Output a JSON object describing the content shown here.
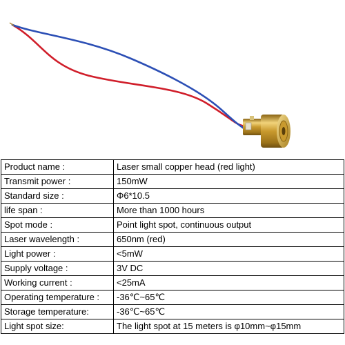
{
  "image": {
    "subject": "laser-diode-module",
    "colors": {
      "red_wire": "#d01e2a",
      "blue_wire": "#2c4fb5",
      "brass": "#c99a2e",
      "brass_dark": "#8a6414",
      "brass_light": "#f1d37a"
    }
  },
  "specs": [
    {
      "label": "Product name :",
      "value": "Laser small copper head (red light)"
    },
    {
      "label": "Transmit power :",
      "value": "150mW"
    },
    {
      "label": "Standard size :",
      "value": "Φ6*10.5"
    },
    {
      "label": "life span :",
      "value": "More than 1000 hours"
    },
    {
      "label": "Spot mode :",
      "value": "Point light spot, continuous output"
    },
    {
      "label": "Laser wavelength :",
      "value": "650nm (red)"
    },
    {
      "label": "Light power :",
      "value": "<5mW"
    },
    {
      "label": "Supply voltage :",
      "value": "3V DC"
    },
    {
      "label": "Working current :",
      "value": "<25mA"
    },
    {
      "label": "Operating temperature :",
      "value": "-36℃~65℃"
    },
    {
      "label": "Storage temperature:",
      "value": "-36℃~65℃"
    },
    {
      "label": "Light spot size:",
      "value": "The light spot at 15 meters is φ10mm~φ15mm"
    }
  ]
}
